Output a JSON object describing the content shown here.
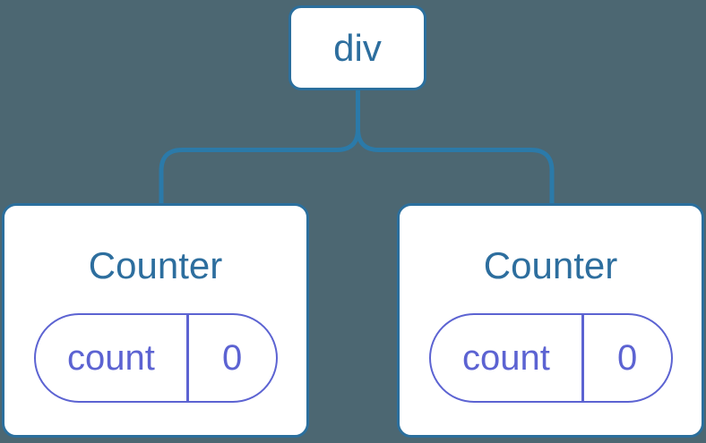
{
  "diagram": {
    "type": "component-tree",
    "colors": {
      "background": "#4c6772",
      "node_fill": "#ffffff",
      "node_border": "#2b6f9d",
      "connector": "#2b7aa9",
      "label_blue": "#2d6e9e",
      "state_purple": "#5c63d2"
    },
    "root": {
      "label": "div"
    },
    "children": [
      {
        "title": "Counter",
        "state": {
          "key": "count",
          "value": "0"
        }
      },
      {
        "title": "Counter",
        "state": {
          "key": "count",
          "value": "0"
        }
      }
    ]
  }
}
